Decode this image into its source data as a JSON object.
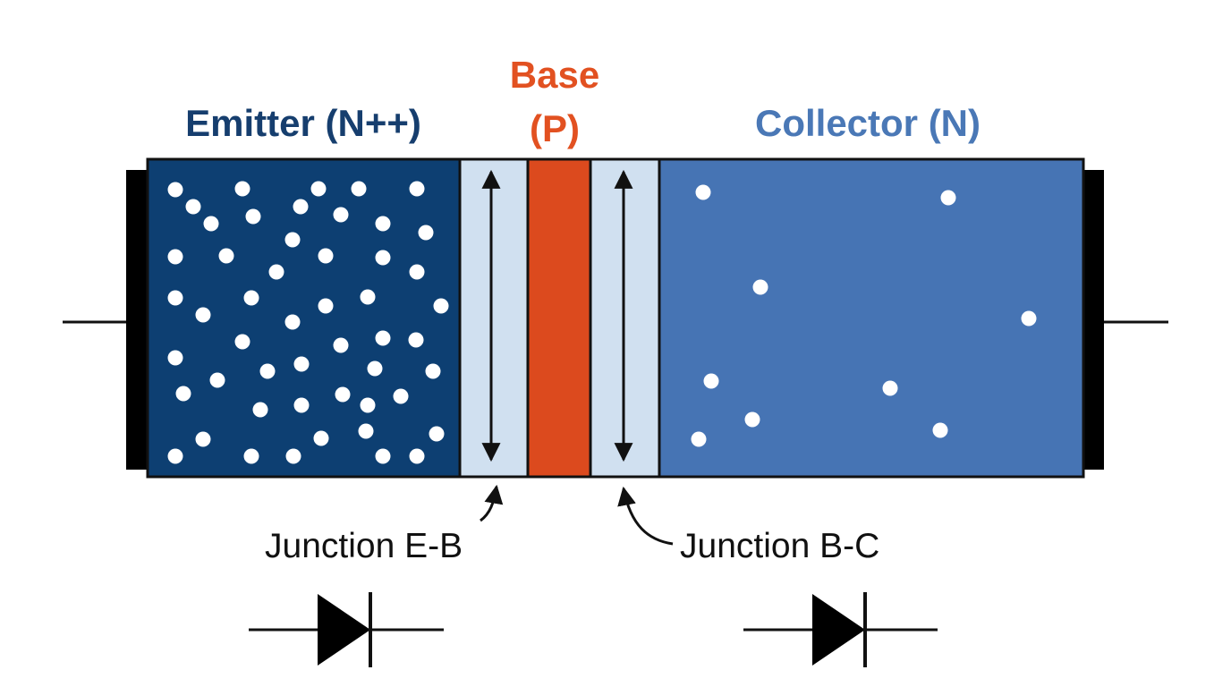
{
  "labels": {
    "emitter": "Emitter (N++)",
    "base_line1": "Base",
    "base_line2": "(P)",
    "collector": "Collector (N)",
    "junction_eb": "Junction E-B",
    "junction_bc": "Junction B-C"
  },
  "colors": {
    "emitter": "#0d3f72",
    "emitter_label": "#163e6e",
    "depletion": "#d0e0f0",
    "base": "#dc4a1e",
    "base_label": "#e25121",
    "collector": "#4674b4",
    "collector_label": "#4a78b6",
    "outline": "#111111",
    "contact": "#000000",
    "carrier": "#ffffff"
  }
}
